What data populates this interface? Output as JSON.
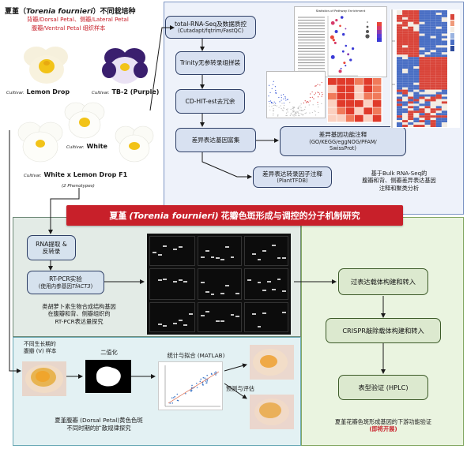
{
  "header": {
    "title_main": "夏堇（",
    "title_species": "Torenia fournieri",
    "title_rest": "）不同栽培种",
    "line2": "背瓣/Dorsal Petal、侧瓣/Lateral Petal",
    "line3": "腹瓣/Ventral Petal 组织样本"
  },
  "cultivars": {
    "prefix": "Cultivar.",
    "lemon_drop": "Lemon Drop",
    "tb2": "TB-2 (Purple)",
    "white": "White",
    "hybrid": "White x Lemon Drop F1",
    "hybrid_note": "(2 Phenotypes)"
  },
  "pipeline": {
    "step1_title": "total-RNA-Seq及数据质控",
    "step1_sub": "(Cutadapt/fqtrim/FastQC)",
    "step2": "Trinity无参转录组拼装",
    "step3": "CD-HIT-est去冗余",
    "step4": "差异表达基因富集",
    "annot_title": "差异基因功能注释",
    "annot_sub1": "(GO/KEGG/eggNOG/PFAM/",
    "annot_sub2": "SwissProt)",
    "tf_title": "差异表达转录因子注释",
    "tf_sub": "(PlantTFDB)",
    "summary_line1": "基于Bulk RNA-Seq的",
    "summary_line2": "腹瓣和背、侧瓣差异表达基因",
    "summary_line3": "注释和聚类分析"
  },
  "mini_plot": {
    "title": "Statistics of Pathway Enrichment",
    "legend_title": "gene_number"
  },
  "banner": {
    "pre": "夏堇",
    "species": "(Torenia fournieri)",
    "post": "花瓣色斑形成与调控的分子机制研究"
  },
  "rt_pcr": {
    "rna_line1": "RNA提取 &",
    "rna_line2": "反转录",
    "pcr_line1": "RT-PCR实验",
    "pcr_line2": "(使用内参基因",
    "pcr_gene": "TfACT3",
    "pcr_close": ")",
    "desc_line1": "类胡萝卜素生物合成结构基因",
    "desc_line2": "在腹瓣和背、侧瓣组织的",
    "desc_line3": "RT-PCR表达量探究"
  },
  "imaging": {
    "sample_line1": "不同生长期的",
    "sample_line2": "腹瓣 (V) 样本",
    "binarize": "二值化",
    "fit": "统计与拟合 (MATLAB)",
    "predict": "预测与评估",
    "desc_line1": "夏堇腹瓣 (Dorsal Petal)黄色色斑",
    "desc_line2": "不同时期的扩散规律探究"
  },
  "downstream": {
    "step1": "过表达载体构建和转入",
    "step2": "CRISPR敲除载体构建和转入",
    "step3": "表型验证 (HPLC)",
    "desc": "夏堇花瓣色斑形成基因的下游功能验证",
    "status": "(即将开展)"
  },
  "colors": {
    "banner_red": "#c8202a",
    "box_blue": "#d8e1f1",
    "box_green": "#dce9cf",
    "petal_yellow": "#f2c318",
    "petal_purple": "#3a1f6e"
  }
}
